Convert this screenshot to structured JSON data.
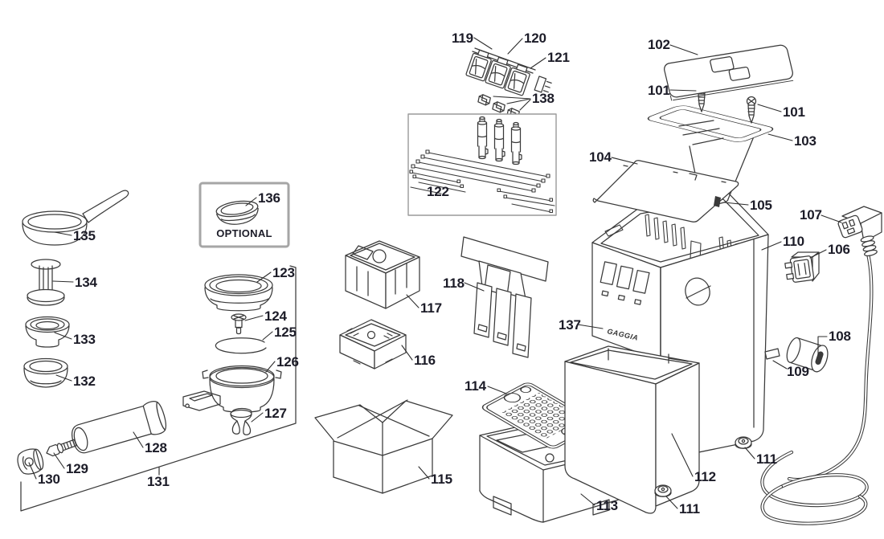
{
  "diagram_type": "exploded-parts-diagram",
  "optional_label": "OPTIONAL",
  "logo_text": "GAGGIA",
  "colors": {
    "line": "#3a3a3a",
    "label": "#1c1c28",
    "optional_box_border": "#a6a6a6",
    "kit_box_border": "#9a9a9a",
    "background": "#ffffff"
  },
  "labels": [
    {
      "text": "101"
    },
    {
      "text": "101"
    },
    {
      "text": "102"
    },
    {
      "text": "103"
    },
    {
      "text": "104"
    },
    {
      "text": "105"
    },
    {
      "text": "106"
    },
    {
      "text": "107"
    },
    {
      "text": "108"
    },
    {
      "text": "109"
    },
    {
      "text": "110"
    },
    {
      "text": "111"
    },
    {
      "text": "111"
    },
    {
      "text": "112"
    },
    {
      "text": "113"
    },
    {
      "text": "114"
    },
    {
      "text": "115"
    },
    {
      "text": "116"
    },
    {
      "text": "117"
    },
    {
      "text": "118"
    },
    {
      "text": "119"
    },
    {
      "text": "120"
    },
    {
      "text": "121"
    },
    {
      "text": "122"
    },
    {
      "text": "123"
    },
    {
      "text": "124"
    },
    {
      "text": "125"
    },
    {
      "text": "126"
    },
    {
      "text": "127"
    },
    {
      "text": "128"
    },
    {
      "text": "129"
    },
    {
      "text": "130"
    },
    {
      "text": "131"
    },
    {
      "text": "132"
    },
    {
      "text": "133"
    },
    {
      "text": "134"
    },
    {
      "text": "135"
    },
    {
      "text": "136"
    },
    {
      "text": "137"
    },
    {
      "text": "138"
    }
  ]
}
